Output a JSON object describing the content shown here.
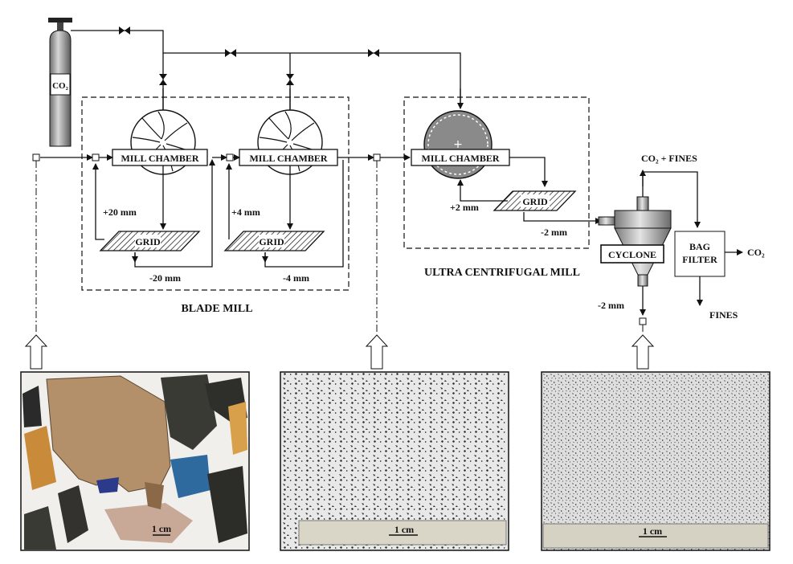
{
  "cylinder": {
    "label": "CO₂"
  },
  "blade_mill": {
    "label": "BLADE MILL",
    "chamber1": "MILL CHAMBER",
    "chamber2": "MILL CHAMBER",
    "grid1": "GRID",
    "grid2": "GRID",
    "recycle1": "+20 mm",
    "pass1": "-20 mm",
    "recycle2": "+4 mm",
    "pass2": "-4 mm"
  },
  "ucm": {
    "label": "ULTRA CENTRIFUGAL MILL",
    "chamber": "MILL CHAMBER",
    "grid": "GRID",
    "recycle": "+2 mm",
    "pass": "-2 mm"
  },
  "cyclone": {
    "label": "CYCLONE",
    "top_out": "CO₂ + FINES",
    "bottom_out": "-2 mm"
  },
  "bag_filter": {
    "line1": "BAG",
    "line2": "FILTER",
    "gas_out": "CO₂",
    "solids_out": "FINES"
  },
  "photos": [
    {
      "scale": "1 cm"
    },
    {
      "scale": "1 cm"
    },
    {
      "scale": "1 cm"
    }
  ],
  "colors": {
    "line": "#111111",
    "box_fill": "#ffffff",
    "rotor": "#8a8a8a",
    "cylinder": "#9a9a9a"
  }
}
